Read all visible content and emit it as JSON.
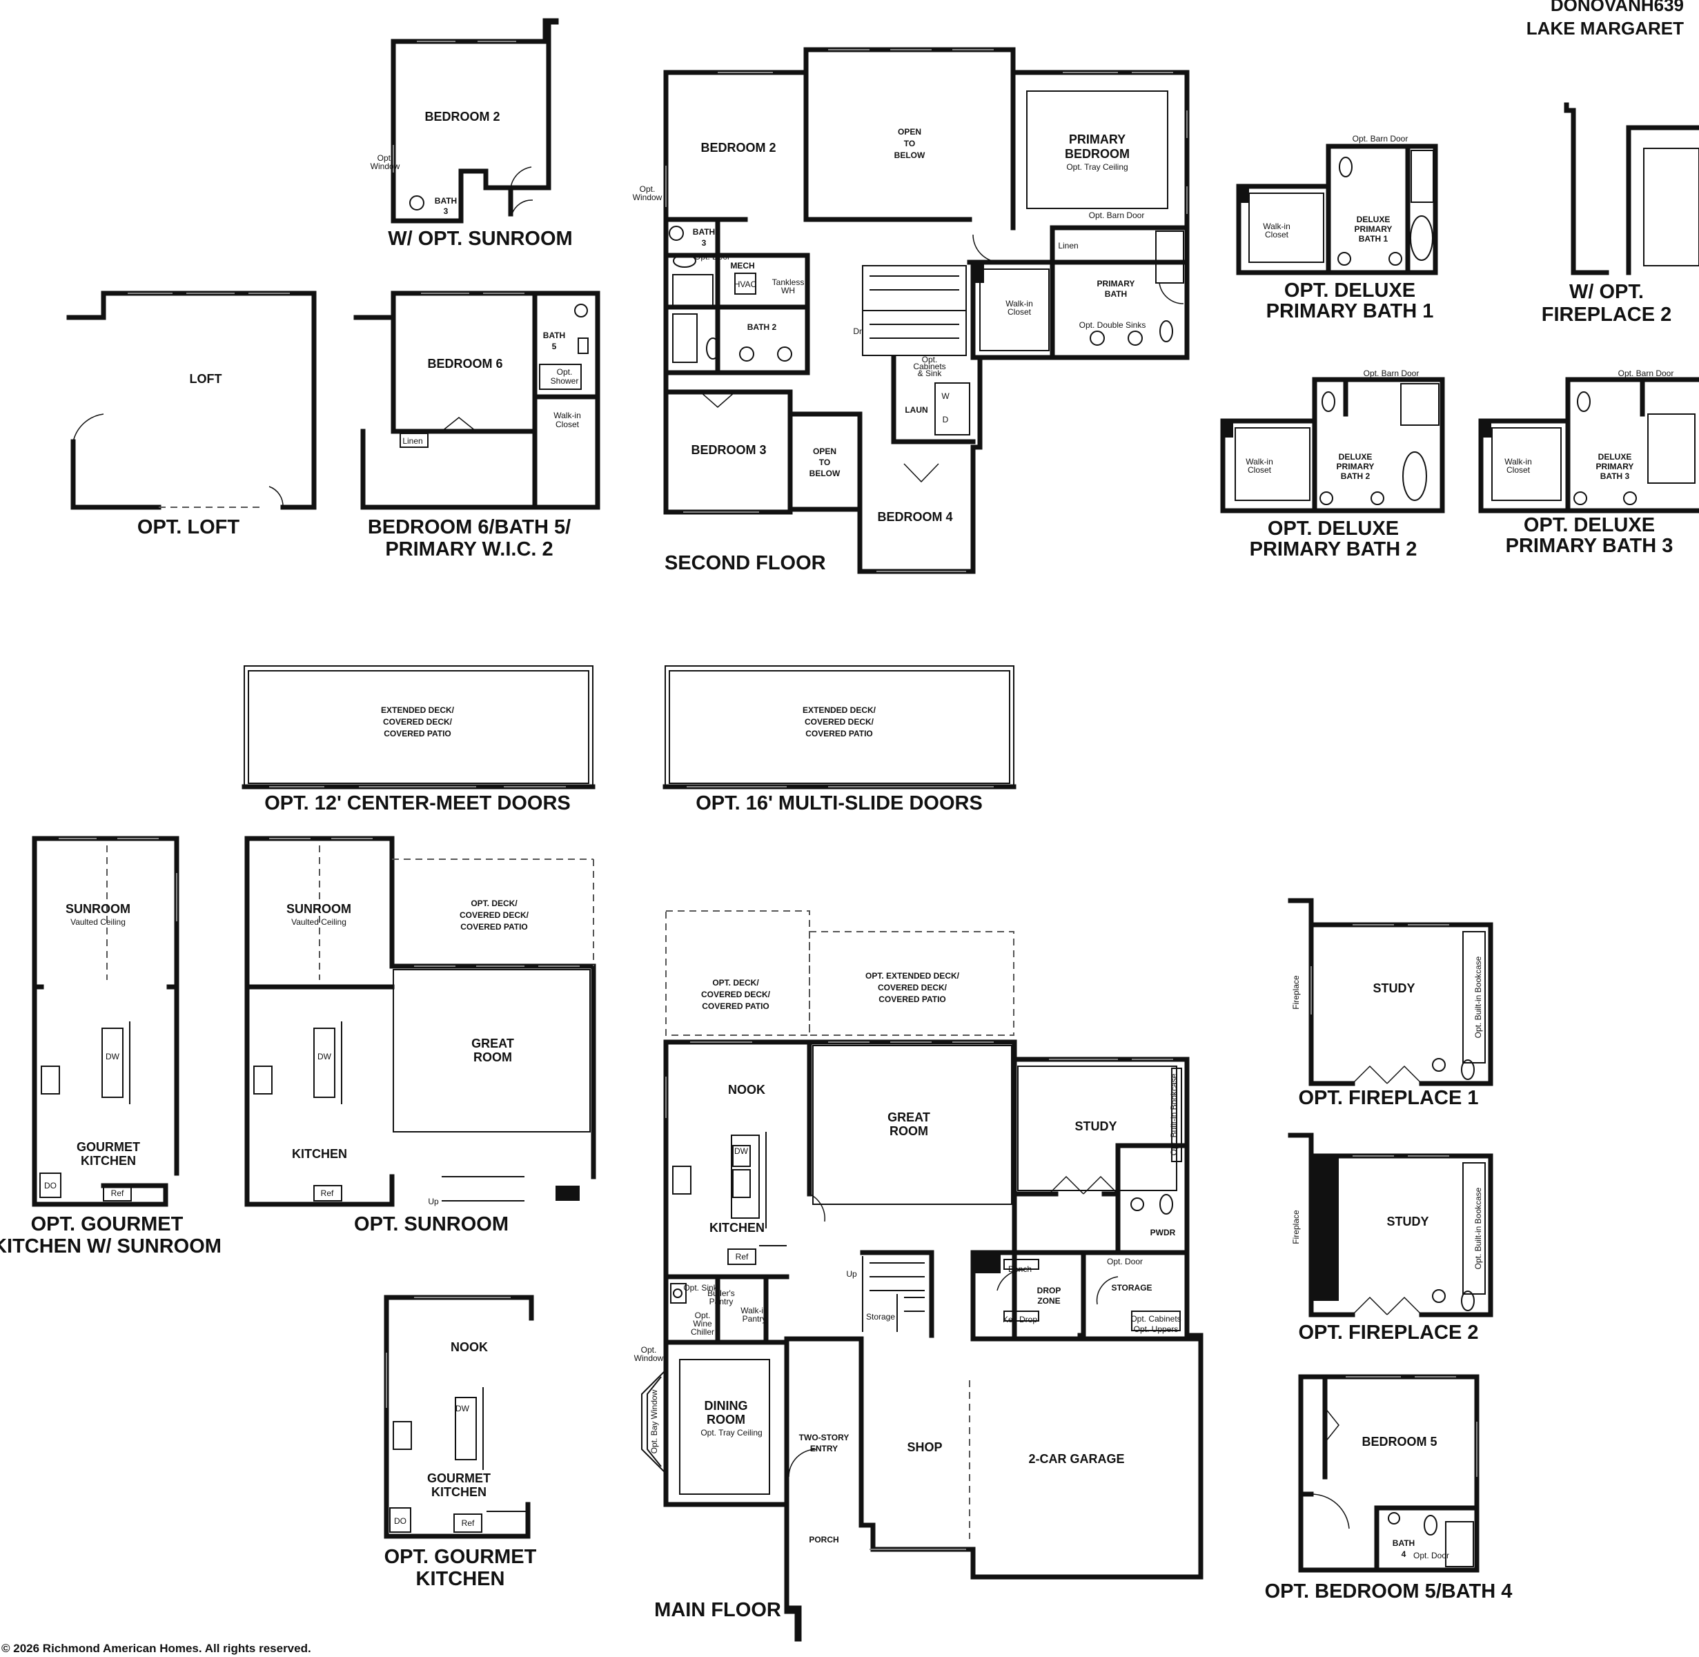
{
  "header": {
    "plan_name": "DONOVANH639",
    "community": "LAKE MARGARET"
  },
  "copyright": "© 2026 Richmond American Homes. All rights reserved.",
  "captions": {
    "opt_sunroom_bed2": "W/ OPT. SUNROOM",
    "opt_loft": "OPT. LOFT",
    "bed6_line1": "BEDROOM 6/BATH 5/",
    "bed6_line2": "PRIMARY W.I.C. 2",
    "second_floor": "SECOND FLOOR",
    "deluxe1_line1": "OPT. DELUXE",
    "deluxe1_line2": "PRIMARY BATH 1",
    "fp2_top_line1": "W/ OPT.",
    "fp2_top_line2": "FIREPLACE 2",
    "deluxe2_line1": "OPT. DELUXE",
    "deluxe2_line2": "PRIMARY BATH 2",
    "deluxe3_line1": "OPT. DELUXE",
    "deluxe3_line2": "PRIMARY BATH 3",
    "center_meet": "OPT. 12' CENTER-MEET DOORS",
    "multi_slide": "OPT. 16' MULTI-SLIDE DOORS",
    "gourmet_sun_line1": "OPT. GOURMET",
    "gourmet_sun_line2": "KITCHEN W/ SUNROOM",
    "opt_sunroom": "OPT. SUNROOM",
    "fireplace1": "OPT. FIREPLACE 1",
    "fireplace2": "OPT. FIREPLACE 2",
    "gourmet_line1": "OPT. GOURMET",
    "gourmet_line2": "KITCHEN",
    "bed5_bath4": "OPT. BEDROOM 5/BATH 4",
    "main_floor": "MAIN FLOOR"
  },
  "rooms": {
    "bedroom2_opt": "BEDROOM 2",
    "bath3_opt_1": "BATH",
    "bath3_opt_2": "3",
    "opt_window_a1": "Opt.",
    "opt_window_a2": "Window",
    "loft": "LOFT",
    "bedroom6": "BEDROOM 6",
    "bath5_1": "BATH",
    "bath5_2": "5",
    "opt_shower_1": "Opt.",
    "opt_shower_2": "Shower",
    "walkin_1": "Walk-in",
    "walkin_2": "Closet",
    "linen": "Linen",
    "bedroom2": "BEDROOM 2",
    "open_below_1": "OPEN",
    "open_below_2": "TO",
    "open_below_3": "BELOW",
    "primary_1": "PRIMARY",
    "primary_2": "BEDROOM",
    "tray_ceiling": "Opt. Tray Ceiling",
    "bath3_1": "BATH",
    "bath3_2": "3",
    "opt_door": "Opt. Door",
    "mech": "MECH",
    "hvac": "HVAC",
    "tankless_1": "Tankless",
    "tankless_2": "WH",
    "bath2": "BATH 2",
    "dn": "Dn",
    "opt_barn_door": "Opt. Barn Door",
    "linen2": "Linen",
    "primary_bath_1": "PRIMARY",
    "primary_bath_2": "BATH",
    "opt_double_sinks": "Opt. Double Sinks",
    "opt_cab_1": "Opt.",
    "opt_cab_2": "Cabinets",
    "opt_cab_3": "& Sink",
    "laun": "LAUN",
    "washer": "W",
    "dryer": "D",
    "bedroom3": "BEDROOM 3",
    "bedroom4": "BEDROOM 4",
    "opt_window_b1": "Opt.",
    "opt_window_b2": "Window",
    "deluxe_1": "DELUXE",
    "deluxe_2": "PRIMARY",
    "deluxe_b1": "BATH 1",
    "deluxe_b2": "BATH 2",
    "deluxe_b3": "BATH 3",
    "deck_1": "EXTENDED DECK/",
    "deck_2": "COVERED DECK/",
    "deck_3": "COVERED PATIO",
    "sunroom": "SUNROOM",
    "vaulted": "Vaulted Ceiling",
    "dw": "DW",
    "gourmet_1": "GOURMET",
    "gourmet_2": "KITCHEN",
    "do": "DO",
    "ref": "Ref",
    "kitchen": "KITCHEN",
    "optdeck_1": "OPT. DECK/",
    "optdeck_2": "COVERED DECK/",
    "optdeck_3": "COVERED PATIO",
    "great_1": "GREAT",
    "great_2": "ROOM",
    "up": "Up",
    "nook": "NOOK",
    "optext_1": "OPT. EXTENDED DECK/",
    "study": "STUDY",
    "bookcase": "Opt. Built-in Bookcase",
    "fireplace": "Fireplace",
    "pwdr": "PWDR",
    "drop_1": "DROP",
    "drop_2": "ZONE",
    "bench": "Bench",
    "key_drop": "Key Drop",
    "storage": "STORAGE",
    "storage_small": "Storage",
    "opt_cabinets": "Opt. Cabinets",
    "opt_uppers": "Opt. Uppers",
    "opt_sink": "Opt. Sink",
    "butlers_1": "Butler's",
    "butlers_2": "Pantry",
    "walkin_pantry_1": "Walk-in",
    "walkin_pantry_2": "Pantry",
    "wine_1": "Opt.",
    "wine_2": "Wine",
    "wine_3": "Chiller",
    "dining_1": "DINING",
    "dining_2": "ROOM",
    "bay_window": "Opt. Bay Window",
    "entry_1": "TWO-STORY",
    "entry_2": "ENTRY",
    "porch": "PORCH",
    "shop": "SHOP",
    "garage": "2-CAR GARAGE",
    "bedroom5": "BEDROOM 5",
    "bath4_1": "BATH",
    "bath4_2": "4"
  }
}
